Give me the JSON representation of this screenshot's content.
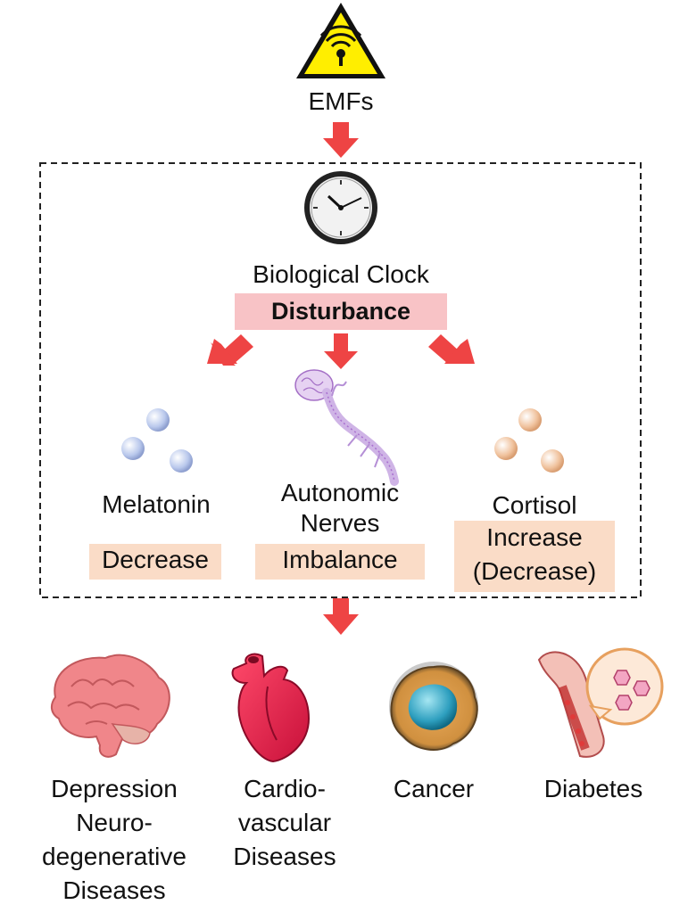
{
  "source": {
    "label": "EMFs",
    "icon": "radiation-warning-icon"
  },
  "clock": {
    "label": "Biological Clock",
    "effect": "Disturbance",
    "icon": "clock-icon"
  },
  "mediators": [
    {
      "label": "Melatonin",
      "effect": "Decrease",
      "icon": "molecule-spheres-icon"
    },
    {
      "label_line1": "Autonomic",
      "label_line2": "Nerves",
      "effect": "Imbalance",
      "icon": "nerve-brain-icon"
    },
    {
      "label": "Cortisol",
      "effect_line1": "Increase",
      "effect_line2": "(Decrease)",
      "icon": "molecule-spheres-icon"
    }
  ],
  "outcomes": [
    {
      "lines": [
        "Depression",
        "Neuro-",
        "degenerative",
        "Diseases"
      ],
      "icon": "brain-icon"
    },
    {
      "lines": [
        "Cardio-",
        "vascular",
        "Diseases"
      ],
      "icon": "heart-icon"
    },
    {
      "lines": [
        "Cancer"
      ],
      "icon": "cancer-cell-icon"
    },
    {
      "lines": [
        "Diabetes"
      ],
      "icon": "blood-vessel-icon"
    }
  ],
  "colors": {
    "arrow": "#ee4444",
    "disturbance_box": "#f8c3c6",
    "effect_box": "#fadcc7",
    "melatonin_sphere": "#c9d4ef",
    "cortisol_sphere": "#f3c9a8"
  }
}
